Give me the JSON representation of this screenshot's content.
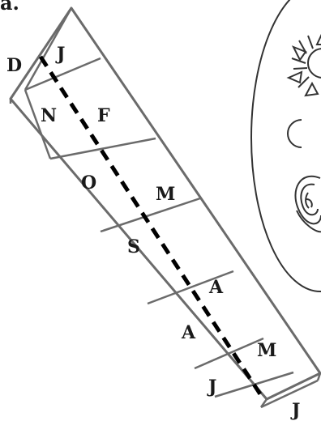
{
  "label_top": "a.",
  "months": {
    "left_top": "D",
    "top": "J",
    "m1": "N",
    "m2": "F",
    "m3": "O",
    "m4": "M",
    "m5": "S",
    "m6": "A",
    "m7": "A",
    "m8": "M",
    "m9": "J",
    "bottom": "J"
  },
  "symbols": [
    "sun-icon",
    "crescent-moon-icon",
    "coiled-serpent-icon"
  ]
}
